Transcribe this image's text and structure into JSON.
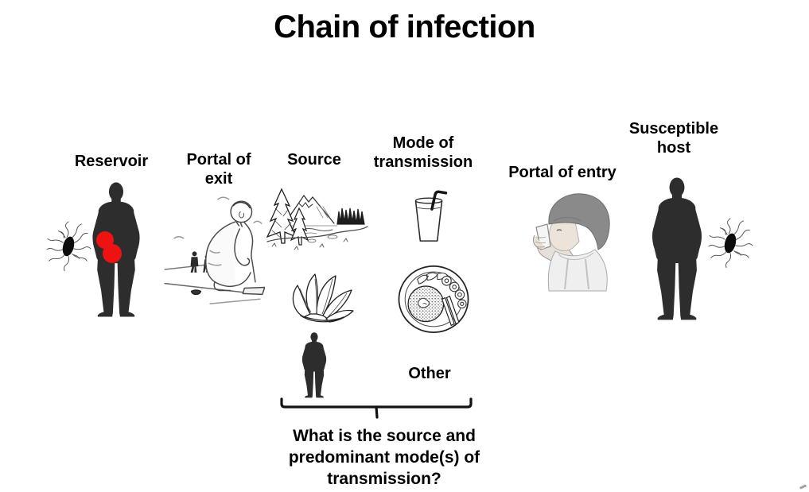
{
  "title": "Chain of infection",
  "stages": {
    "reservoir": {
      "label": "Reservoir",
      "illustration": "man-silhouette-with-infection-dots",
      "pathogen_icon": "bacteria-icon"
    },
    "portal_of_exit": {
      "label": "Portal of exit",
      "illustration": "squatting-person-open-defecation-sketch"
    },
    "source": {
      "label": "Source",
      "illustrations": [
        "mountain-lake-landscape-sketch",
        "leafy-greens-sketch",
        "small-person-silhouette"
      ]
    },
    "mode_of_transmission": {
      "label": "Mode of transmission",
      "illustrations": [
        "drinking-glass-with-straw-sketch",
        "plate-of-food-sketch"
      ],
      "other_label": "Other"
    },
    "portal_of_entry": {
      "label": "Portal of entry",
      "illustration": "child-drinking-from-glass-sketch"
    },
    "susceptible_host": {
      "label": "Susceptible host",
      "illustration": "man-silhouette",
      "pathogen_icon": "bacteria-icon"
    }
  },
  "question": "What is the source and predominant mode(s) of transmission?",
  "colors": {
    "background": "#ffffff",
    "text": "#000000",
    "silhouette": "#2d2d2d",
    "infection_dot": "#ee1212",
    "sketch": "#3a3a3a"
  }
}
